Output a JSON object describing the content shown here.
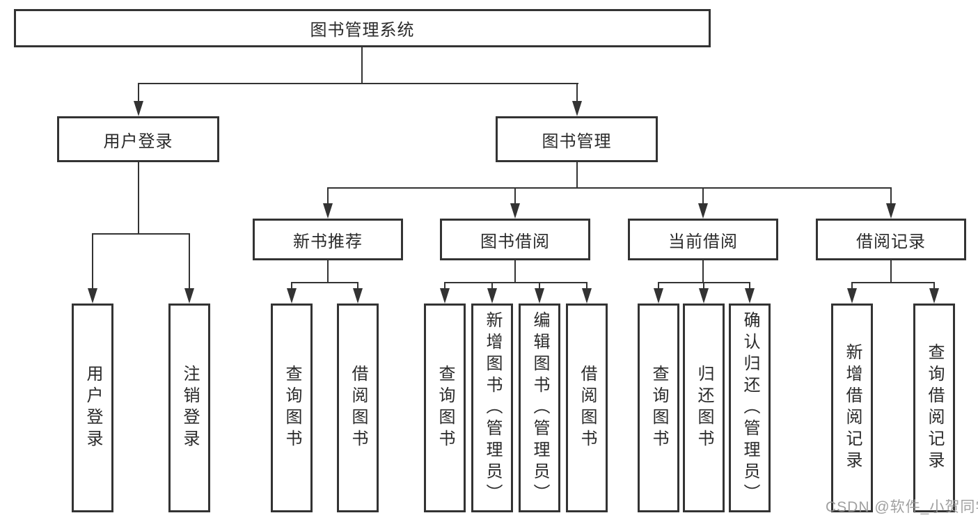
{
  "diagram": {
    "root": {
      "label": "图书管理系统"
    },
    "level2": [
      {
        "label": "用户登录"
      },
      {
        "label": "图书管理"
      }
    ],
    "level3": [
      {
        "label": "新书推荐"
      },
      {
        "label": "图书借阅"
      },
      {
        "label": "当前借阅"
      },
      {
        "label": "借阅记录"
      }
    ],
    "level4": {
      "user_login": [
        "用户登录",
        "注销登录"
      ],
      "new_books": [
        "查询图书",
        "借阅图书"
      ],
      "borrow": [
        "查询图书",
        "新增图书（管理员）",
        "编辑图书（管理员）",
        "借阅图书"
      ],
      "current": [
        "查询图书",
        "归还图书",
        "确认归还（管理员）"
      ],
      "records": [
        "新增借阅记录",
        "查询借阅记录"
      ]
    }
  },
  "watermark": {
    "text": "CSDN @软件_小贺同学"
  },
  "colors": {
    "line": "#333333",
    "text": "#2a2a2a",
    "background": "#ffffff",
    "watermark": "#969696"
  }
}
